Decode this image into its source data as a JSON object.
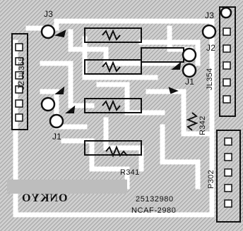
{
  "board": {
    "connectors": {
      "j3_left": "J3",
      "j3_right": "J3",
      "j2_left": "J2",
      "j2_right": "J2",
      "j1_left": "J1",
      "j1_right": "J1",
      "jl355": "JL355",
      "jl354": "JL354"
    },
    "resistors": {
      "r342": "R342",
      "r341": "R341",
      "p302": "P302"
    },
    "brand": "ONKYO",
    "part_number": "25132980",
    "model_code": "NCAF-2980"
  },
  "colors": {
    "board": "#c9c9c9",
    "trace": "#ffffff",
    "silk": "#111111",
    "hatch": "#9a9a9a"
  }
}
